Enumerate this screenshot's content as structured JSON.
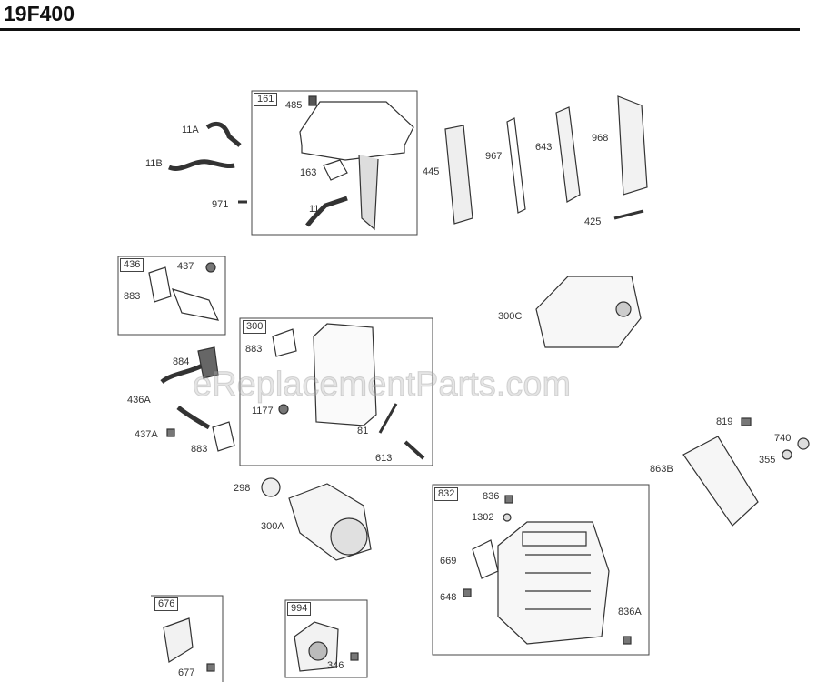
{
  "page_title": "19F400",
  "watermark": "eReplacementParts.com",
  "groups": {
    "g161": "161",
    "g436": "436",
    "g300": "300",
    "g832": "832",
    "g676": "676",
    "g994": "994"
  },
  "parts": {
    "p485": "485",
    "p11A": "11A",
    "p11B": "11B",
    "p163": "163",
    "p11": "11",
    "p971": "971",
    "p445": "445",
    "p967": "967",
    "p643": "643",
    "p968": "968",
    "p425": "425",
    "p437": "437",
    "p883a": "883",
    "p300C": "300C",
    "p883b": "883",
    "p884": "884",
    "p436A": "436A",
    "p1177": "1177",
    "p81": "81",
    "p437A": "437A",
    "p883c": "883",
    "p613": "613",
    "p819": "819",
    "p740": "740",
    "p355": "355",
    "p863B": "863B",
    "p298": "298",
    "p300A": "300A",
    "p836": "836",
    "p1302": "1302",
    "p669": "669",
    "p648": "648",
    "p836A": "836A",
    "p677": "677",
    "p346": "346"
  }
}
